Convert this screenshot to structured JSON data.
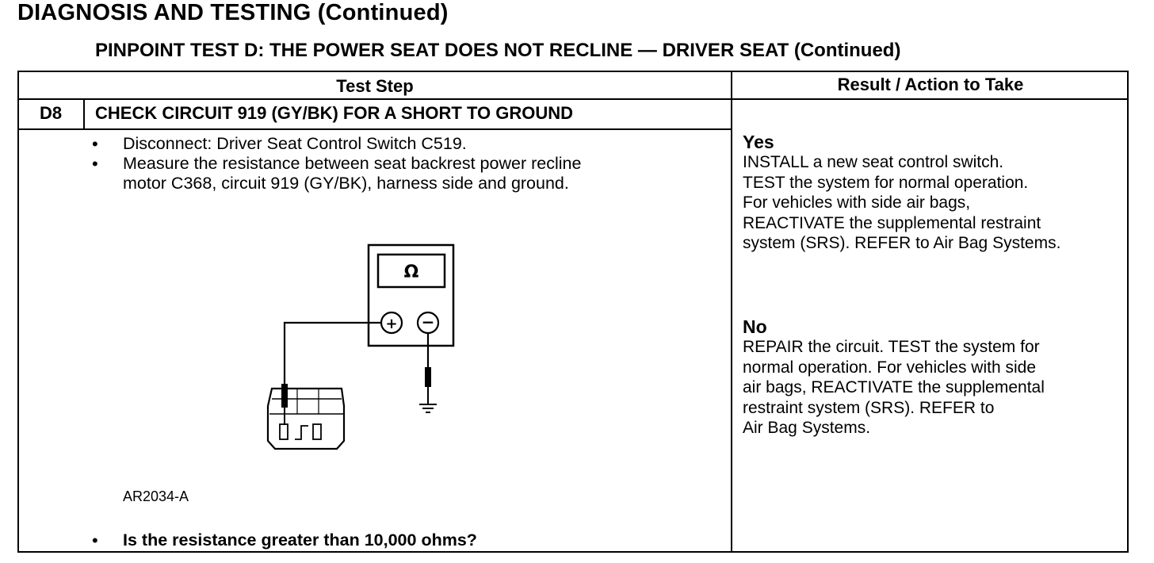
{
  "page": {
    "title": "DIAGNOSIS AND TESTING (Continued)",
    "subtitle": "PINPOINT TEST  D: THE POWER SEAT DOES NOT RECLINE — DRIVER SEAT (Continued)"
  },
  "table": {
    "headers": {
      "test_step": "Test Step",
      "result_action": "Result / Action to Take"
    },
    "step": {
      "id": "D8",
      "title": "CHECK CIRCUIT 919 (GY/BK) FOR A SHORT TO GROUND",
      "bullets": [
        {
          "symbol": "•",
          "lines": [
            "Disconnect: Driver Seat Control Switch C519."
          ]
        },
        {
          "symbol": "•",
          "lines": [
            "Measure the resistance between seat backrest power recline",
            "motor C368, circuit 919 (GY/BK), harness side and ground."
          ]
        }
      ],
      "figure": {
        "meter_symbol": "Ω",
        "plus_symbol": "+",
        "minus_symbol": "−",
        "label": "AR2034-A"
      },
      "question": {
        "symbol": "•",
        "text": "Is the resistance greater than 10,000 ohms?"
      }
    },
    "results": [
      {
        "heading": "Yes",
        "lines": [
          "INSTALL a new seat control switch.",
          "TEST the system for normal operation.",
          "For vehicles with side air bags,",
          "REACTIVATE the supplemental restraint",
          "system (SRS). REFER to Air Bag Systems."
        ]
      },
      {
        "heading": "No",
        "lines": [
          "REPAIR the circuit. TEST the system for",
          "normal operation. For vehicles with side",
          "air bags, REACTIVATE the supplemental",
          "restraint system (SRS). REFER to",
          "Air Bag Systems."
        ]
      }
    ]
  }
}
